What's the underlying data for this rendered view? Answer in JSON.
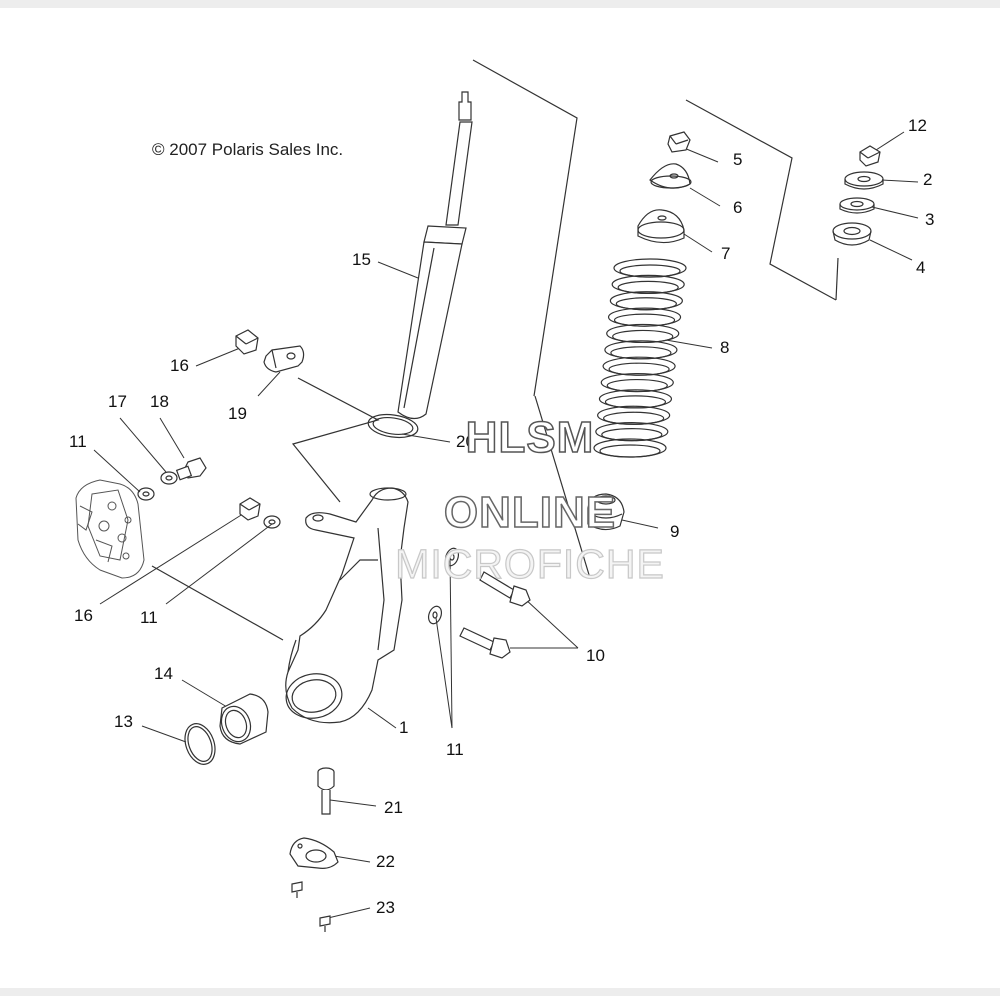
{
  "copyright": "© 2007 Polaris Sales Inc.",
  "watermark": {
    "line1": "HLSM",
    "line2": "ONLINE",
    "line3": "MICROFICHE"
  },
  "callouts": {
    "c1": "1",
    "c2": "2",
    "c3": "3",
    "c4": "4",
    "c5": "5",
    "c6": "6",
    "c7": "7",
    "c8": "8",
    "c9": "9",
    "c10": "10",
    "c11a": "11",
    "c11b": "11",
    "c11c": "11",
    "c12": "12",
    "c13": "13",
    "c14": "14",
    "c15": "15",
    "c16a": "16",
    "c16b": "16",
    "c17": "17",
    "c18": "18",
    "c19": "19",
    "c20": "20",
    "c21": "21",
    "c22": "22",
    "c23": "23"
  }
}
